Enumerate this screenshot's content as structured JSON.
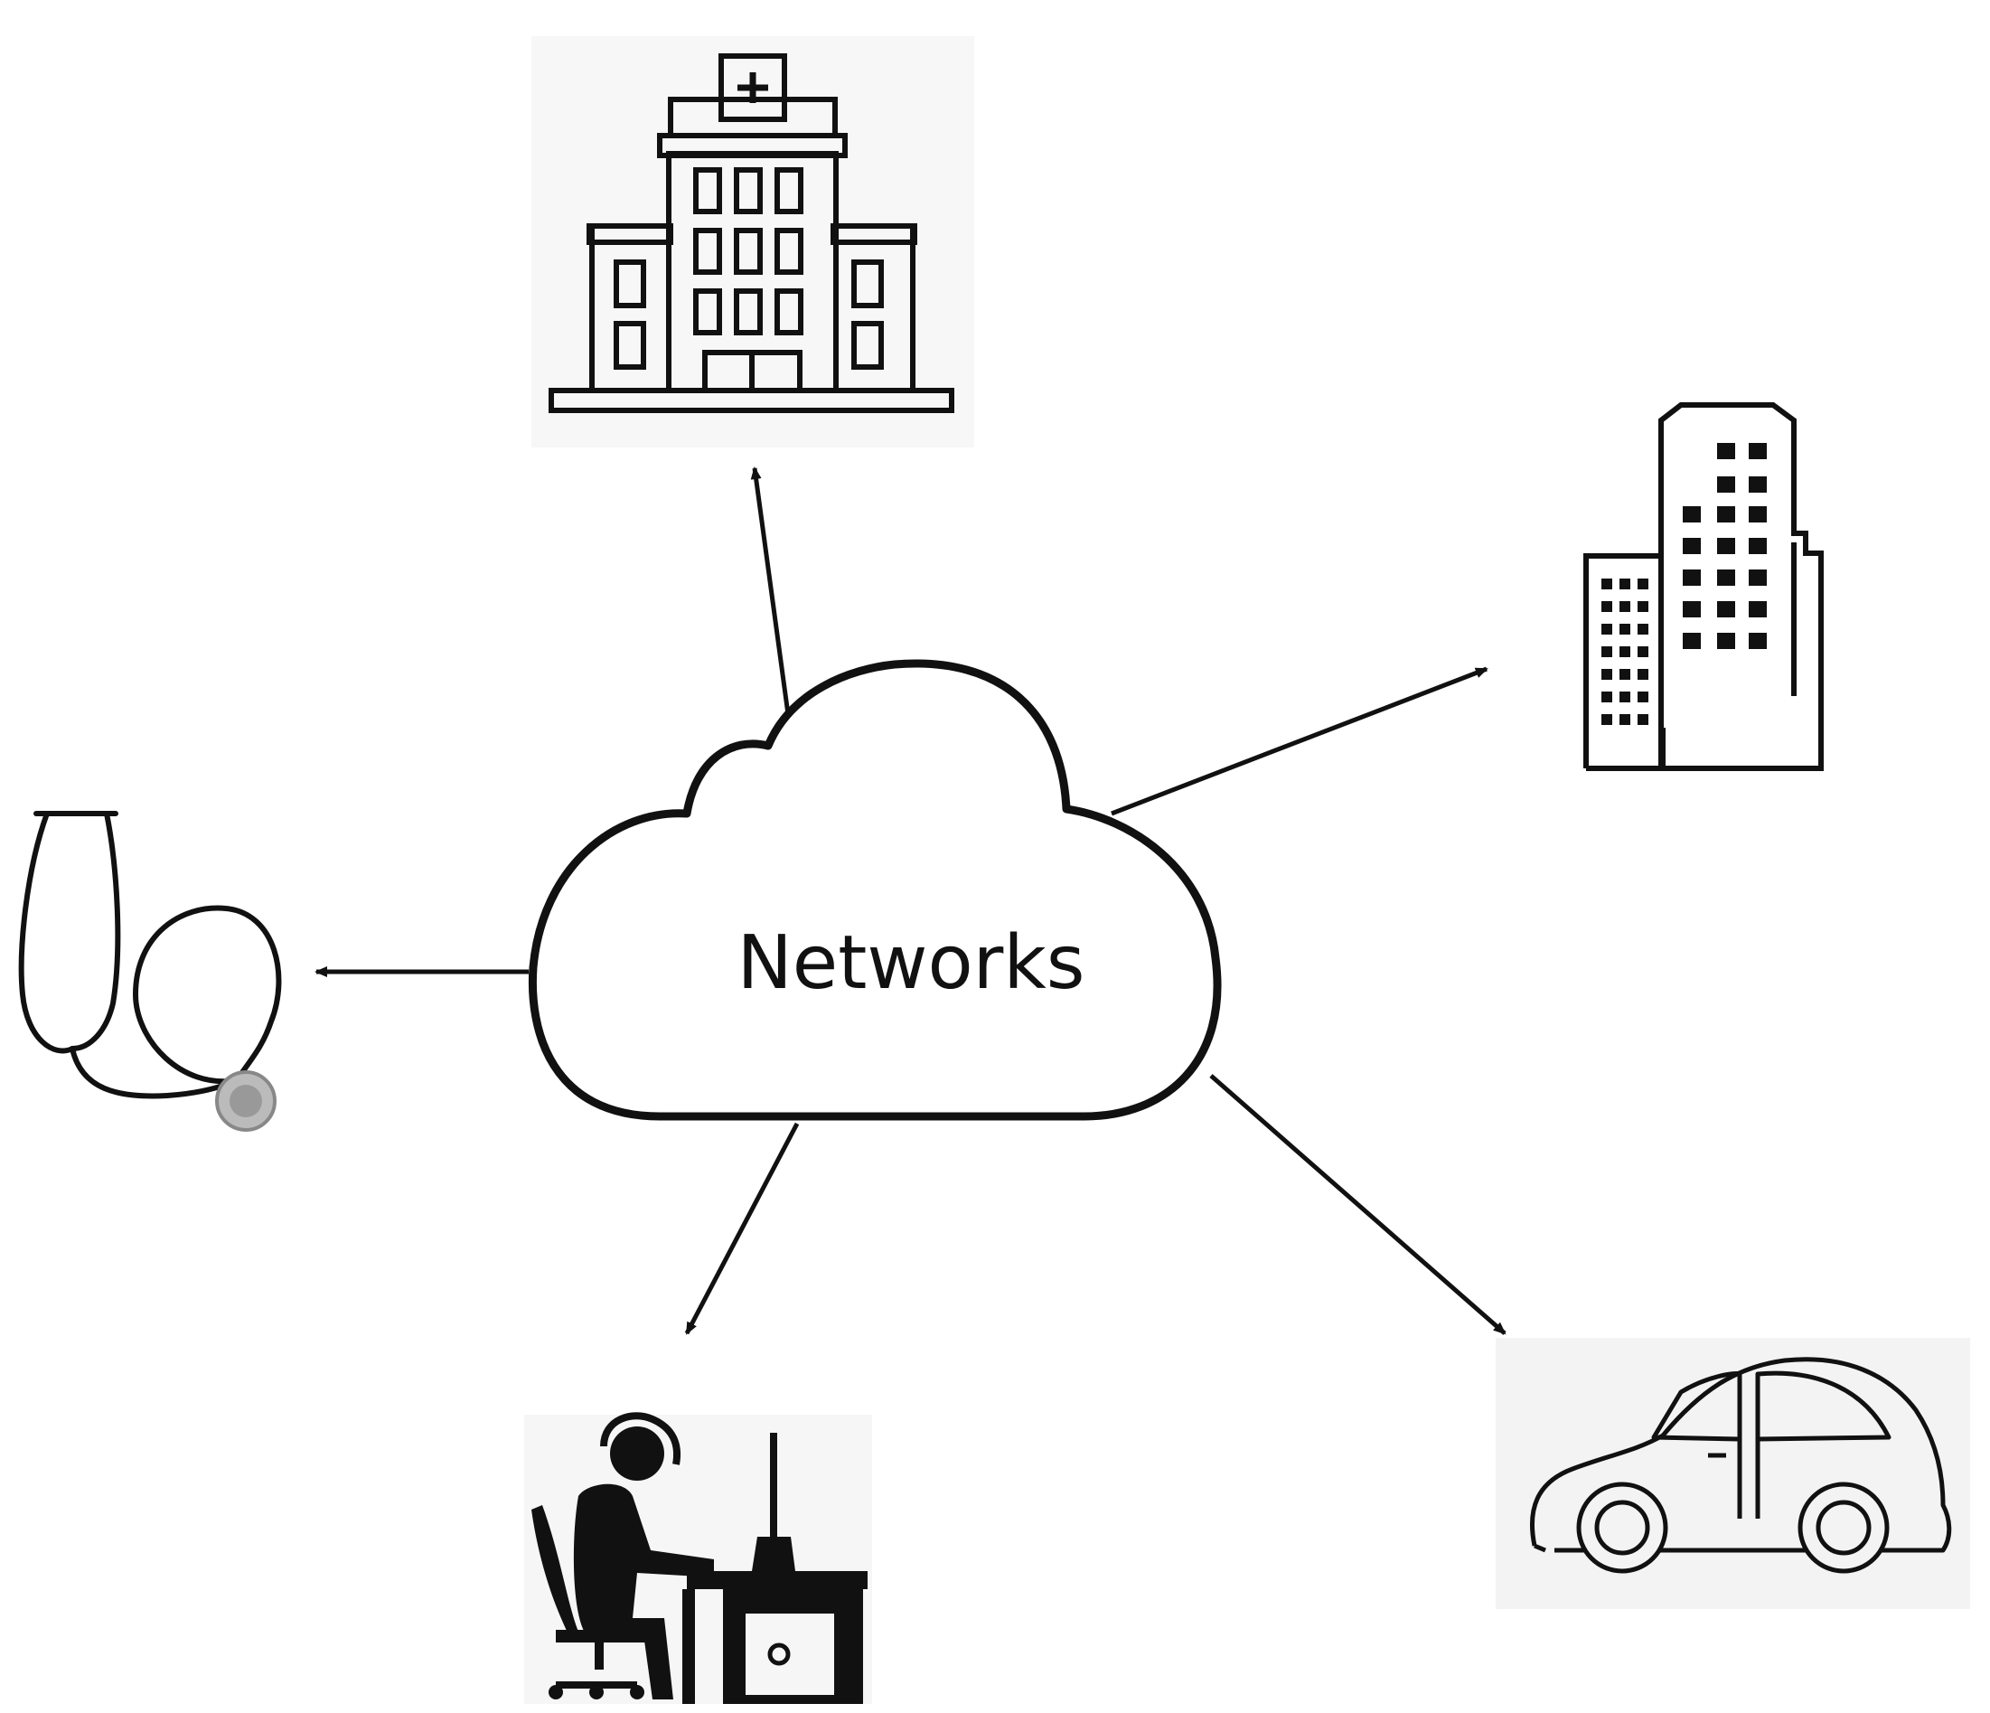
{
  "center": {
    "label": "Networks"
  },
  "nodes": [
    {
      "id": "hospital",
      "icon": "hospital-building-icon"
    },
    {
      "id": "office",
      "icon": "office-building-icon"
    },
    {
      "id": "doctor",
      "icon": "stethoscope-icon"
    },
    {
      "id": "operator",
      "icon": "person-at-computer-icon"
    },
    {
      "id": "vehicle",
      "icon": "car-icon"
    }
  ],
  "colors": {
    "ink": "#111111",
    "icon_background": "#f3f3f3"
  }
}
